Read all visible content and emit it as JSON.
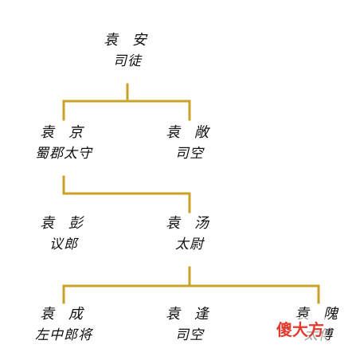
{
  "tree": {
    "root": {
      "name": "袁 安",
      "title": "司徒"
    },
    "gen2": [
      {
        "name": "袁 京",
        "title": "蜀郡太守"
      },
      {
        "name": "袁 敞",
        "title": "司空"
      }
    ],
    "gen3": [
      {
        "name": "袁 彭",
        "title": "议郎"
      },
      {
        "name": "袁 汤",
        "title": "太尉"
      }
    ],
    "gen4": [
      {
        "name": "袁 成",
        "title": "左中郎将"
      },
      {
        "name": "袁 逢",
        "title": "司空"
      },
      {
        "name": "袁 隗",
        "title": "太傅"
      }
    ]
  },
  "colors": {
    "line": "#c9a227",
    "text": "#111111",
    "watermark": "#e23a2e"
  },
  "watermark": "傻大方"
}
